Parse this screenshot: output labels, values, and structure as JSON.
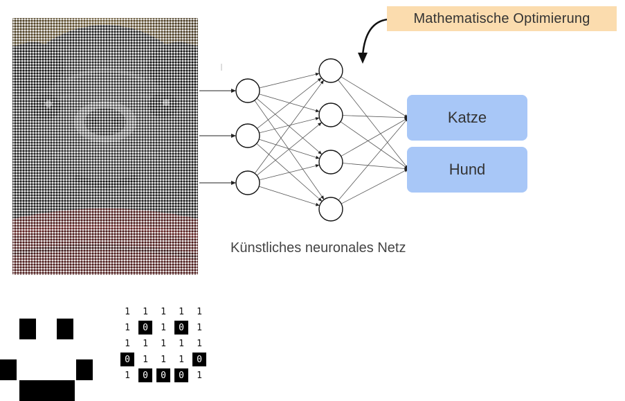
{
  "callout": {
    "label": "Mathematische Optimierung"
  },
  "network": {
    "caption": "Künstliches neuronales Netz",
    "layers": [
      3,
      4,
      2
    ],
    "outputs": [
      "Katze",
      "Hund"
    ]
  },
  "binary_grid": {
    "rows": [
      [
        1,
        1,
        1,
        1,
        1
      ],
      [
        1,
        0,
        1,
        0,
        1
      ],
      [
        1,
        1,
        1,
        1,
        1
      ],
      [
        0,
        1,
        1,
        1,
        0
      ],
      [
        1,
        0,
        0,
        0,
        1
      ]
    ]
  },
  "colors": {
    "callout_bg": "#fbdcae",
    "output_box": "#a8c7f7",
    "photo_dark": "#1c1c1c",
    "photo_scarf": "#8b1414"
  },
  "icons": {
    "photo": "pixelated-pug-photo",
    "arrow": "curved-arrow-icon",
    "face": "pixel-smiley-icon"
  }
}
